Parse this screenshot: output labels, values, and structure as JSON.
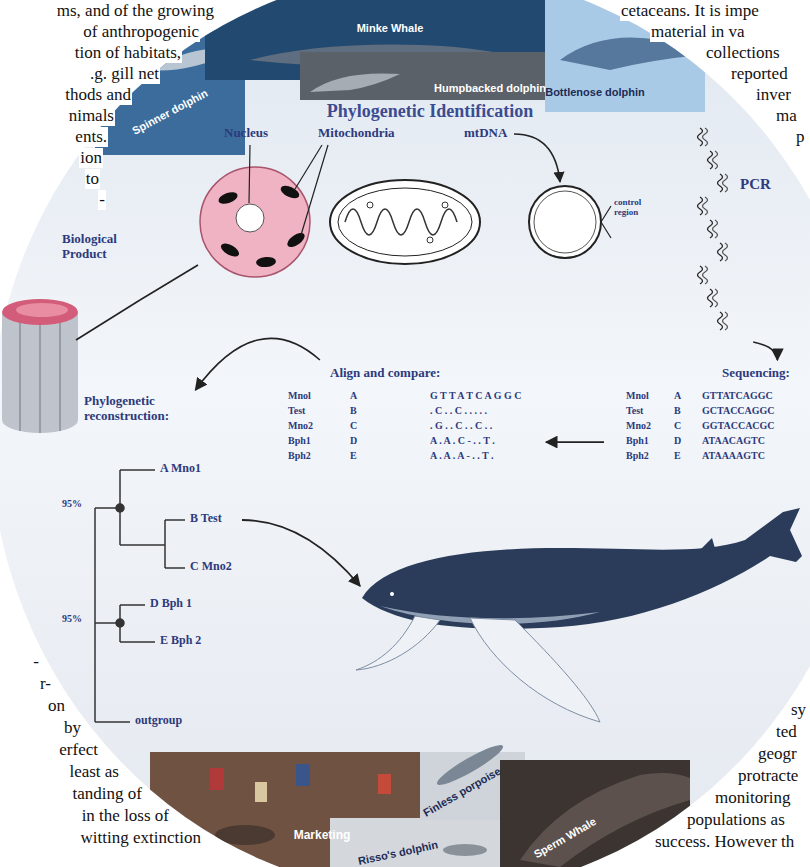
{
  "diagram": {
    "title": "Phylogenetic Identification",
    "nodes": [
      {
        "text": [
          "Biological Product"
        ]
      },
      {
        "text": [
          "Nucleus"
        ]
      },
      {
        "text": [
          "Mitochondria"
        ]
      },
      {
        "text": [
          "mtDNA",
          "control region"
        ]
      },
      {
        "text": [
          "PCR"
        ]
      },
      {
        "text": [
          "Sequencing:"
        ]
      },
      {
        "text": [
          "Align and compare:"
        ]
      },
      {
        "text": [
          "Phylogenetic reconstruction:"
        ]
      }
    ],
    "edges": [
      {
        "from": 0,
        "to": 1,
        "arrow": "none"
      },
      {
        "from": 4,
        "to": 5,
        "arrow": "to"
      },
      {
        "from": 5,
        "to": 6,
        "arrow": "to"
      },
      {
        "from": 6,
        "to": 7,
        "arrow": "to"
      }
    ],
    "labels": [
      "ms, and of the growing",
      "of anthropogenic",
      "tion of habitats,",
      ".g. gill net",
      "thods and",
      "nimals",
      "ents.",
      "ion",
      "to",
      "-",
      "cetaceans. It is impe",
      "material in va",
      "collections",
      "reported",
      "inver",
      "ma",
      "p",
      "-",
      "r-",
      "on",
      "by",
      "erfect",
      "least as",
      "tanding of",
      "in the loss of",
      "witting extinction",
      "sy",
      "ted",
      "geogr",
      "protracte",
      "monitoring",
      "populations as",
      "success. However th",
      "Minke Whale",
      "Spinner dolphin",
      "Humpbacked dolphin",
      "Bottlenose dolphin",
      "Marketing",
      "Finless porpoise",
      "Sperm Whale",
      "Risso's dolphin",
      "Mnol",
      "A",
      "GTTATCAGGC",
      "Test",
      "B",
      "GCTACCAGGC",
      "Mno2",
      "C",
      "GGTACCACGC",
      "Bph1",
      "D",
      "ATAACAGTC",
      "Bph2",
      "E",
      "ATAAAAGTC",
      "Mnol",
      "A",
      "G T T A T C A G G C",
      "Test",
      "B",
      ". C . . C . . . . .",
      "Mno2",
      "C",
      ". G . . C . . C . .",
      "Bph1",
      "D",
      "A . A . C - . . T .",
      "Bph2",
      "E",
      "A . A . A - . . T .",
      "A Mno1",
      "B Test",
      "C Mno2",
      "D Bph 1",
      "E Bph 2",
      "outgroup",
      "95%",
      "95%"
    ]
  }
}
